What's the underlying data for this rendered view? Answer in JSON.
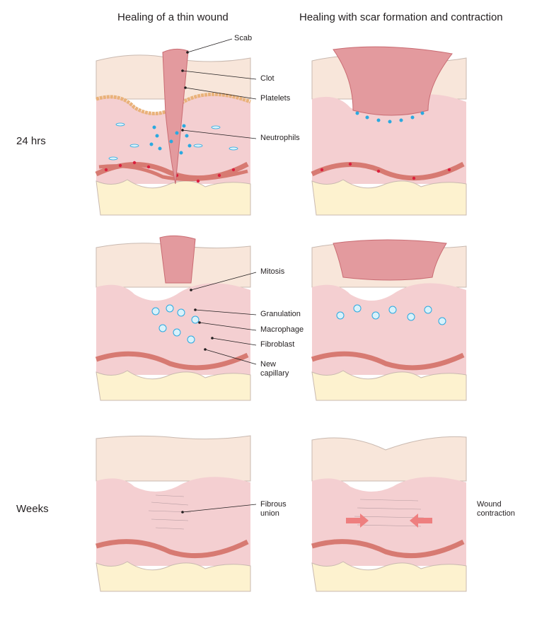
{
  "titles": {
    "left": "Healing of a thin wound",
    "right": "Healing with scar formation and contraction"
  },
  "rows": {
    "first": "24 hrs",
    "third": "Weeks"
  },
  "labels": {
    "scab": "Scab",
    "clot": "Clot",
    "platelets": "Platelets",
    "neutrophils": "Neutrophils",
    "mitosis": "Mitosis",
    "granulation": "Granulation",
    "macrophage": "Macrophage",
    "fibroblast": "Fibroblast",
    "new_capillary_1": "New",
    "new_capillary_2": "capillary",
    "fibrous_union_1": "Fibrous",
    "fibrous_union_2": "union",
    "wound_contraction_1": "Wound",
    "wound_contraction_2": "contraction"
  },
  "colors": {
    "epidermis": "#f8e6da",
    "dermis": "#f4cfd1",
    "fat": "#fdf2cf",
    "outline": "#c9b9b0",
    "clot": "#e39a9e",
    "clot_dark": "#c96b72",
    "vessel": "#d77a72",
    "rbc": "#dc1f3d",
    "cell": "#2aa9e0",
    "cell_fill": "#d9f2fb",
    "arrow": "#ee7f7f"
  }
}
